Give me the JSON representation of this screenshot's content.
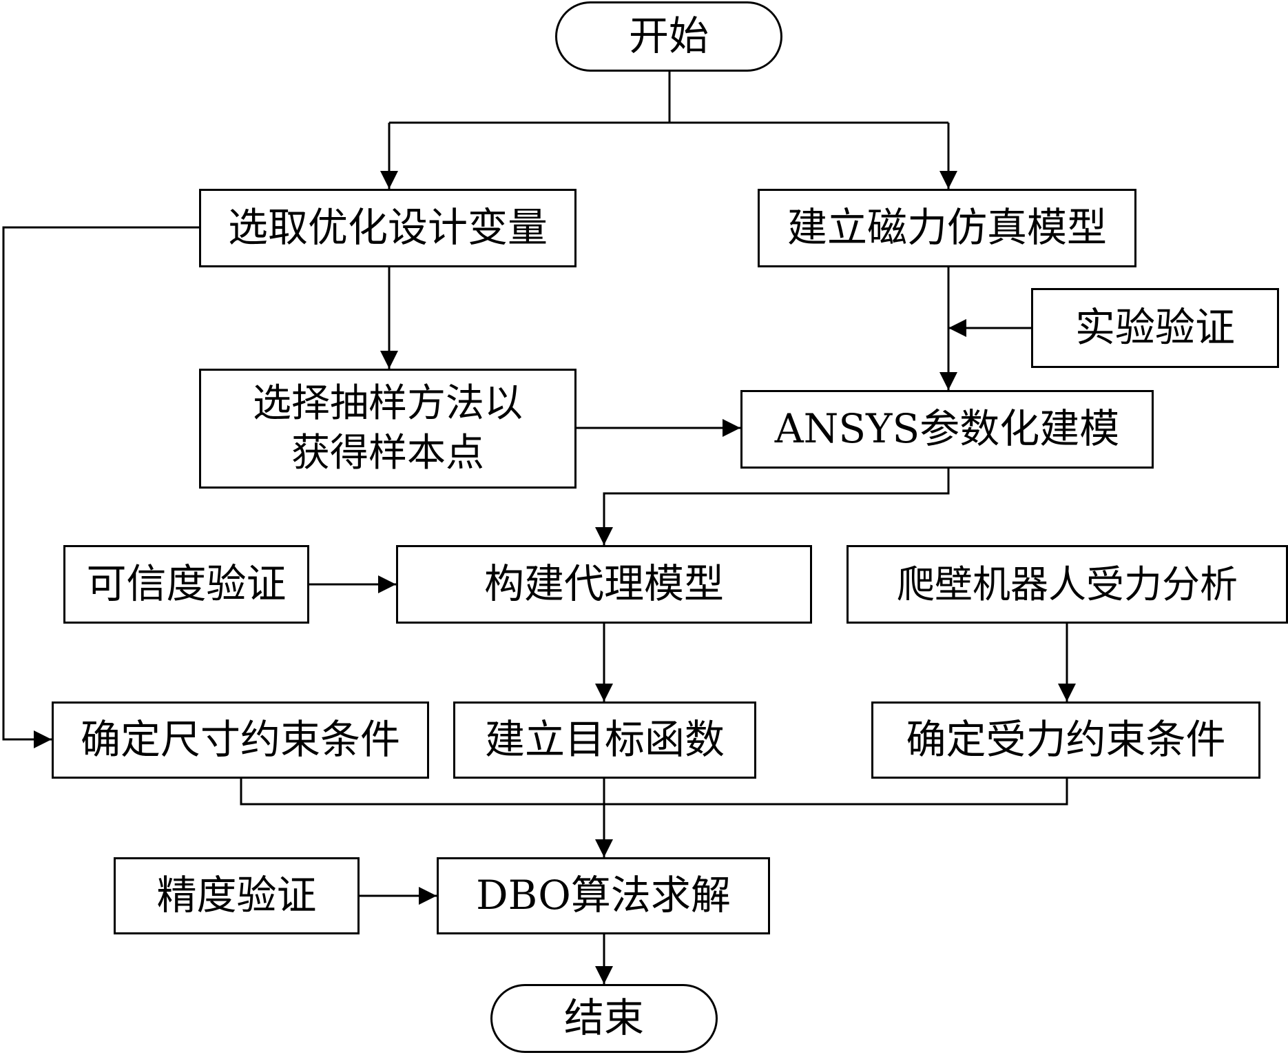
{
  "nodes": {
    "start": "开始",
    "select_vars": "选取优化设计变量",
    "build_sim": "建立磁力仿真模型",
    "experiment": "实验验证",
    "sampling_line1": "选择抽样方法以",
    "sampling_line2": "获得样本点",
    "ansys": "ANSYS参数化建模",
    "credibility": "可信度验证",
    "surrogate": "构建代理模型",
    "force_analysis": "爬壁机器人受力分析",
    "size_constraint": "确定尺寸约束条件",
    "objective": "建立目标函数",
    "force_constraint": "确定受力约束条件",
    "accuracy": "精度验证",
    "dbo": "DBO算法求解",
    "end": "结束"
  }
}
